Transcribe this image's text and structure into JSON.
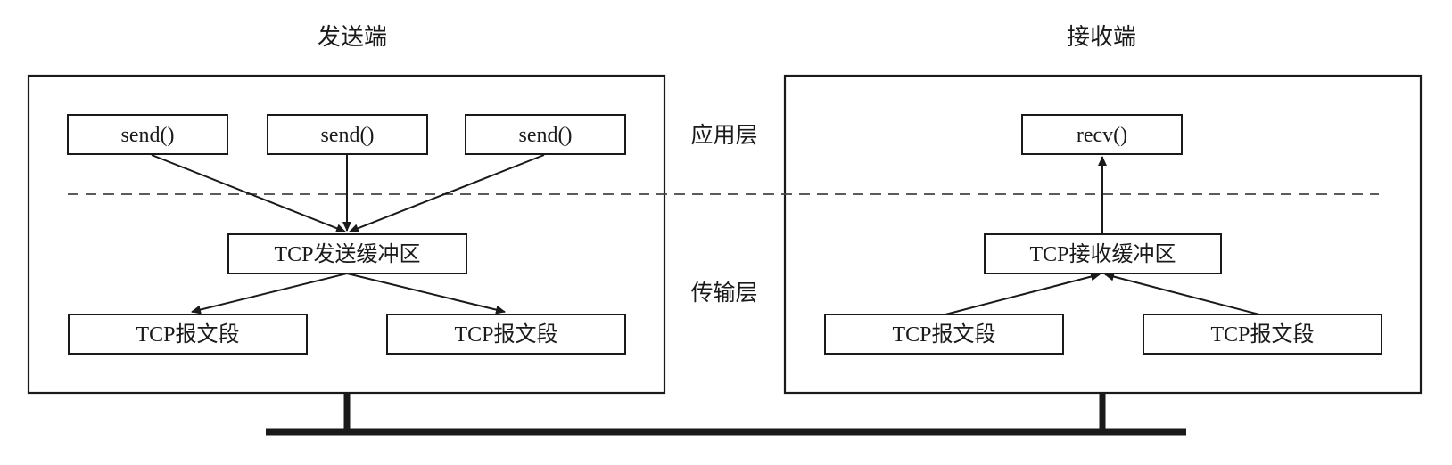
{
  "sender": {
    "title": "发送端",
    "send_calls": [
      "send()",
      "send()",
      "send()"
    ],
    "buffer": "TCP发送缓冲区",
    "segments": [
      "TCP报文段",
      "TCP报文段"
    ]
  },
  "receiver": {
    "title": "接收端",
    "recv_call": "recv()",
    "buffer": "TCP接收缓冲区",
    "segments": [
      "TCP报文段",
      "TCP报文段"
    ]
  },
  "layers": {
    "application": "应用层",
    "transport": "传输层"
  }
}
